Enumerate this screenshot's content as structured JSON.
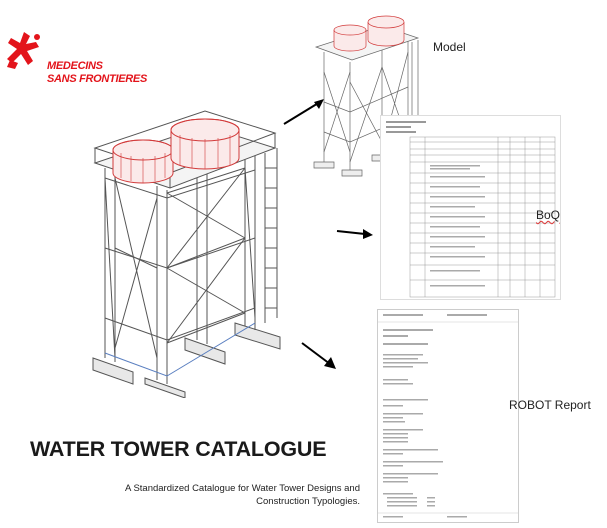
{
  "brand": {
    "line1": "MEDECINS",
    "line2": "SANS FRONTIERES",
    "color": "#e3141b"
  },
  "labels": {
    "model": "Model",
    "boq": "BoQ",
    "robot": "ROBOT Report"
  },
  "title": "WATER TOWER CATALOGUE",
  "subtitle": {
    "line1": "A Standardized Catalogue for Water Tower Designs and",
    "line2": "Construction Typologies."
  },
  "icons": [
    "msf-logo-icon",
    "arrow-icon"
  ],
  "colors": {
    "tank_red": "#d23a3a",
    "steel_grey": "#555555",
    "accent_blue": "#5a7fc0"
  }
}
